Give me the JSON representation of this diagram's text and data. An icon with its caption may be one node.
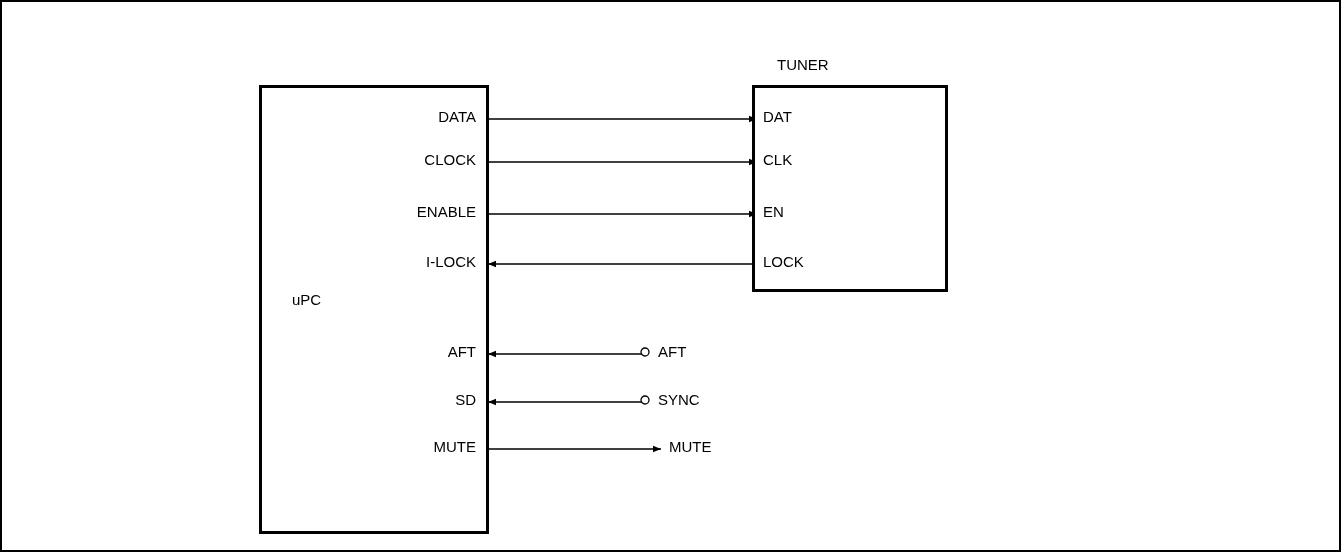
{
  "diagram": {
    "nodes": [
      {
        "text": [
          "uPC"
        ]
      },
      {
        "text": [
          "DATA"
        ],
        "in": 0
      },
      {
        "text": [
          "CLOCK"
        ],
        "in": 0
      },
      {
        "text": [
          "ENABLE"
        ],
        "in": 0
      },
      {
        "text": [
          "I-LOCK"
        ],
        "in": 0
      },
      {
        "text": [
          "AFT"
        ],
        "in": 0
      },
      {
        "text": [
          "SD"
        ],
        "in": 0
      },
      {
        "text": [
          "MUTE"
        ],
        "in": 0
      },
      {
        "text": [
          "TUNER"
        ]
      },
      {
        "text": [
          "DAT"
        ],
        "in": 8
      },
      {
        "text": [
          "CLK"
        ],
        "in": 8
      },
      {
        "text": [
          "EN"
        ],
        "in": 8
      },
      {
        "text": [
          "LOCK"
        ],
        "in": 8
      },
      {
        "text": [
          "AFT"
        ]
      },
      {
        "text": [
          "SYNC"
        ]
      },
      {
        "text": [
          "MUTE"
        ]
      }
    ],
    "edges": [
      {
        "from": 1,
        "to": 9,
        "arrow": "to"
      },
      {
        "from": 2,
        "to": 10,
        "arrow": "to"
      },
      {
        "from": 3,
        "to": 11,
        "arrow": "to"
      },
      {
        "from": 12,
        "to": 4,
        "arrow": "to"
      },
      {
        "from": 13,
        "to": 5,
        "arrow": "to"
      },
      {
        "from": 14,
        "to": 6,
        "arrow": "to"
      },
      {
        "from": 7,
        "to": 15,
        "arrow": "to"
      }
    ]
  }
}
